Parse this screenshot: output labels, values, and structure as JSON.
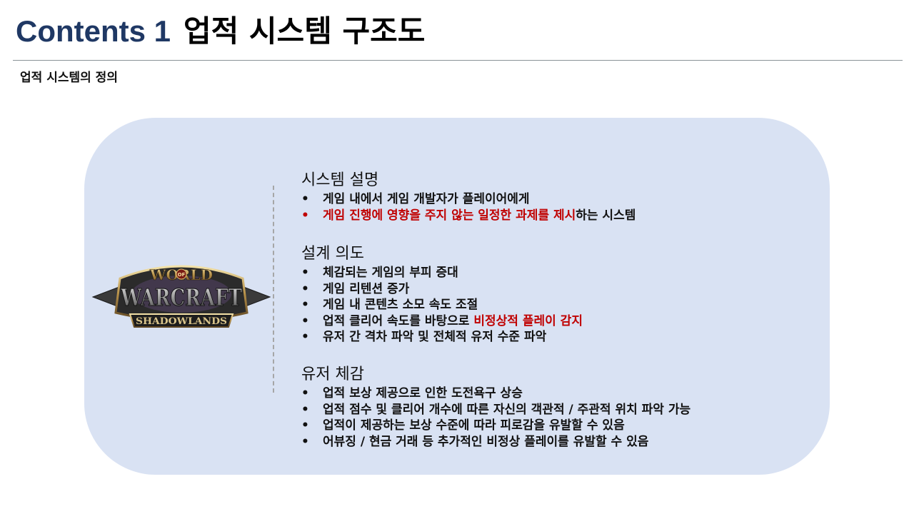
{
  "header": {
    "title_prefix": "Contents 1",
    "title_main": "업적 시스템 구조도",
    "subtitle": "업적 시스템의 정의"
  },
  "logo": {
    "top_text": "WORLD",
    "small_text": "OF",
    "main_text": "WARCRAFT",
    "banner_text": "SHADOWLANDS"
  },
  "sections": {
    "system": {
      "heading": "시스템 설명",
      "items": [
        {
          "text": "게임 내에서 게임 개발자가 플레이어에게"
        },
        {
          "red": "게임 진행에 영향을 주지 않는 일정한 과제를 제시",
          "rest": "하는 시스템"
        }
      ]
    },
    "intent": {
      "heading": "설계 의도",
      "items": [
        {
          "text": "체감되는 게임의 부피 증대"
        },
        {
          "text": "게임 리텐션 증가"
        },
        {
          "text": "게임 내 콘텐츠 소모 속도 조절"
        },
        {
          "text": "업적 클리어 속도를 바탕으로 ",
          "red": "비정상적 플레이 감지"
        },
        {
          "text": "유저 간 격차 파악 및 전체적 유저 수준 파악"
        }
      ]
    },
    "user": {
      "heading": "유저 체감",
      "items": [
        {
          "text": "업적 보상 제공으로 인한 도전욕구 상승"
        },
        {
          "text": "업적 점수 및 클리어 개수에 따른 자신의 객관적 / 주관적 위치 파악 가능"
        },
        {
          "text": "업적이 제공하는 보상 수준에 따라 피로감을 유발할 수 있음"
        },
        {
          "text": "어뷰징 / 현금 거래 등 추가적인 비정상 플레이를 유발할 수 있음"
        }
      ]
    }
  }
}
